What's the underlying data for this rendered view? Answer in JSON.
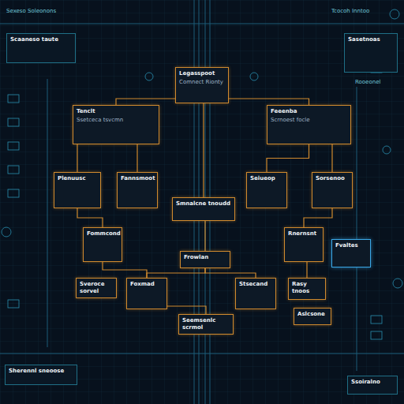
{
  "diagram": {
    "nodes": [
      {
        "text": [
          "Legasspoot",
          "Comnect Rionty"
        ]
      },
      {
        "text": [
          "Tenclt",
          "Ssetceca tsvcmn"
        ]
      },
      {
        "text": [
          "Feeenba",
          "Scrnoest focle"
        ]
      },
      {
        "text": [
          "Plenuusc"
        ]
      },
      {
        "text": [
          "Fannsmoot"
        ]
      },
      {
        "text": [
          "Seiueop"
        ]
      },
      {
        "text": [
          "Sorsenoo"
        ]
      },
      {
        "text": [
          "Smnalcne tnoudd"
        ]
      },
      {
        "text": [
          "Fommcond"
        ]
      },
      {
        "text": [
          "Rnernsnt"
        ]
      },
      {
        "text": [
          "Fvaltes"
        ]
      },
      {
        "text": [
          "Frowlan"
        ]
      },
      {
        "text": [
          "Foxmad"
        ]
      },
      {
        "text": [
          "Stsecand"
        ]
      },
      {
        "text": [
          "Sveroce sorvel"
        ]
      },
      {
        "text": [
          "Rasy tnoos"
        ]
      },
      {
        "text": [
          "Aslcsone"
        ]
      },
      {
        "text": [
          "Seemsenlc scrmol"
        ]
      },
      {
        "text": [
          "Scaaneso taute"
        ]
      },
      {
        "text": [
          "Sasetnoas"
        ]
      },
      {
        "text": [
          "Sherennl sneoose"
        ]
      },
      {
        "text": [
          "Ssoiralno"
        ]
      }
    ],
    "edges": [
      {
        "from": 0,
        "to": 1,
        "arrow": "none"
      },
      {
        "from": 0,
        "to": 2,
        "arrow": "none"
      },
      {
        "from": 1,
        "to": 3,
        "arrow": "none"
      },
      {
        "from": 1,
        "to": 4,
        "arrow": "none"
      },
      {
        "from": 2,
        "to": 5,
        "arrow": "none"
      },
      {
        "from": 2,
        "to": 6,
        "arrow": "none"
      },
      {
        "from": 0,
        "to": 7,
        "arrow": "none"
      },
      {
        "from": 3,
        "to": 8,
        "arrow": "none"
      },
      {
        "from": 6,
        "to": 9,
        "arrow": "none"
      },
      {
        "from": 7,
        "to": 11,
        "arrow": "none"
      },
      {
        "from": 8,
        "to": 12,
        "arrow": "none"
      },
      {
        "from": 11,
        "to": 12,
        "arrow": "none"
      },
      {
        "from": 11,
        "to": 13,
        "arrow": "none"
      },
      {
        "from": 9,
        "to": 15,
        "arrow": "none"
      },
      {
        "from": 12,
        "to": 17,
        "arrow": "none"
      }
    ],
    "labels": [
      "Sexeso Soleonons",
      "Tcocoh Inntoo",
      "Rooeonel"
    ]
  }
}
